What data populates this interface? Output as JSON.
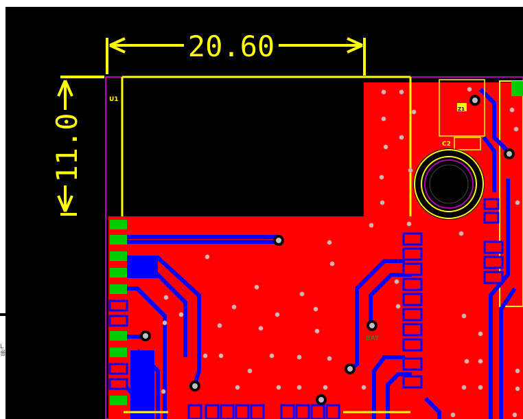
{
  "window": {
    "title": "PCB Layout Viewer"
  },
  "dimensions": {
    "horizontal": "20.60",
    "vertical": "11.0"
  },
  "designators": {
    "u1": "U1",
    "c2": "C2",
    "z1": "Z1",
    "bat": "BAT"
  },
  "side_fragment": {
    "line1": "L",
    "line2": "를"
  },
  "colors": {
    "background": "#000000",
    "copper_top": "#ff0000",
    "copper_bottom": "#0000ff",
    "silkscreen": "#ffff00",
    "board_outline": "#ff00ff",
    "pad": "#00cc00",
    "via_ring": "#888888"
  }
}
